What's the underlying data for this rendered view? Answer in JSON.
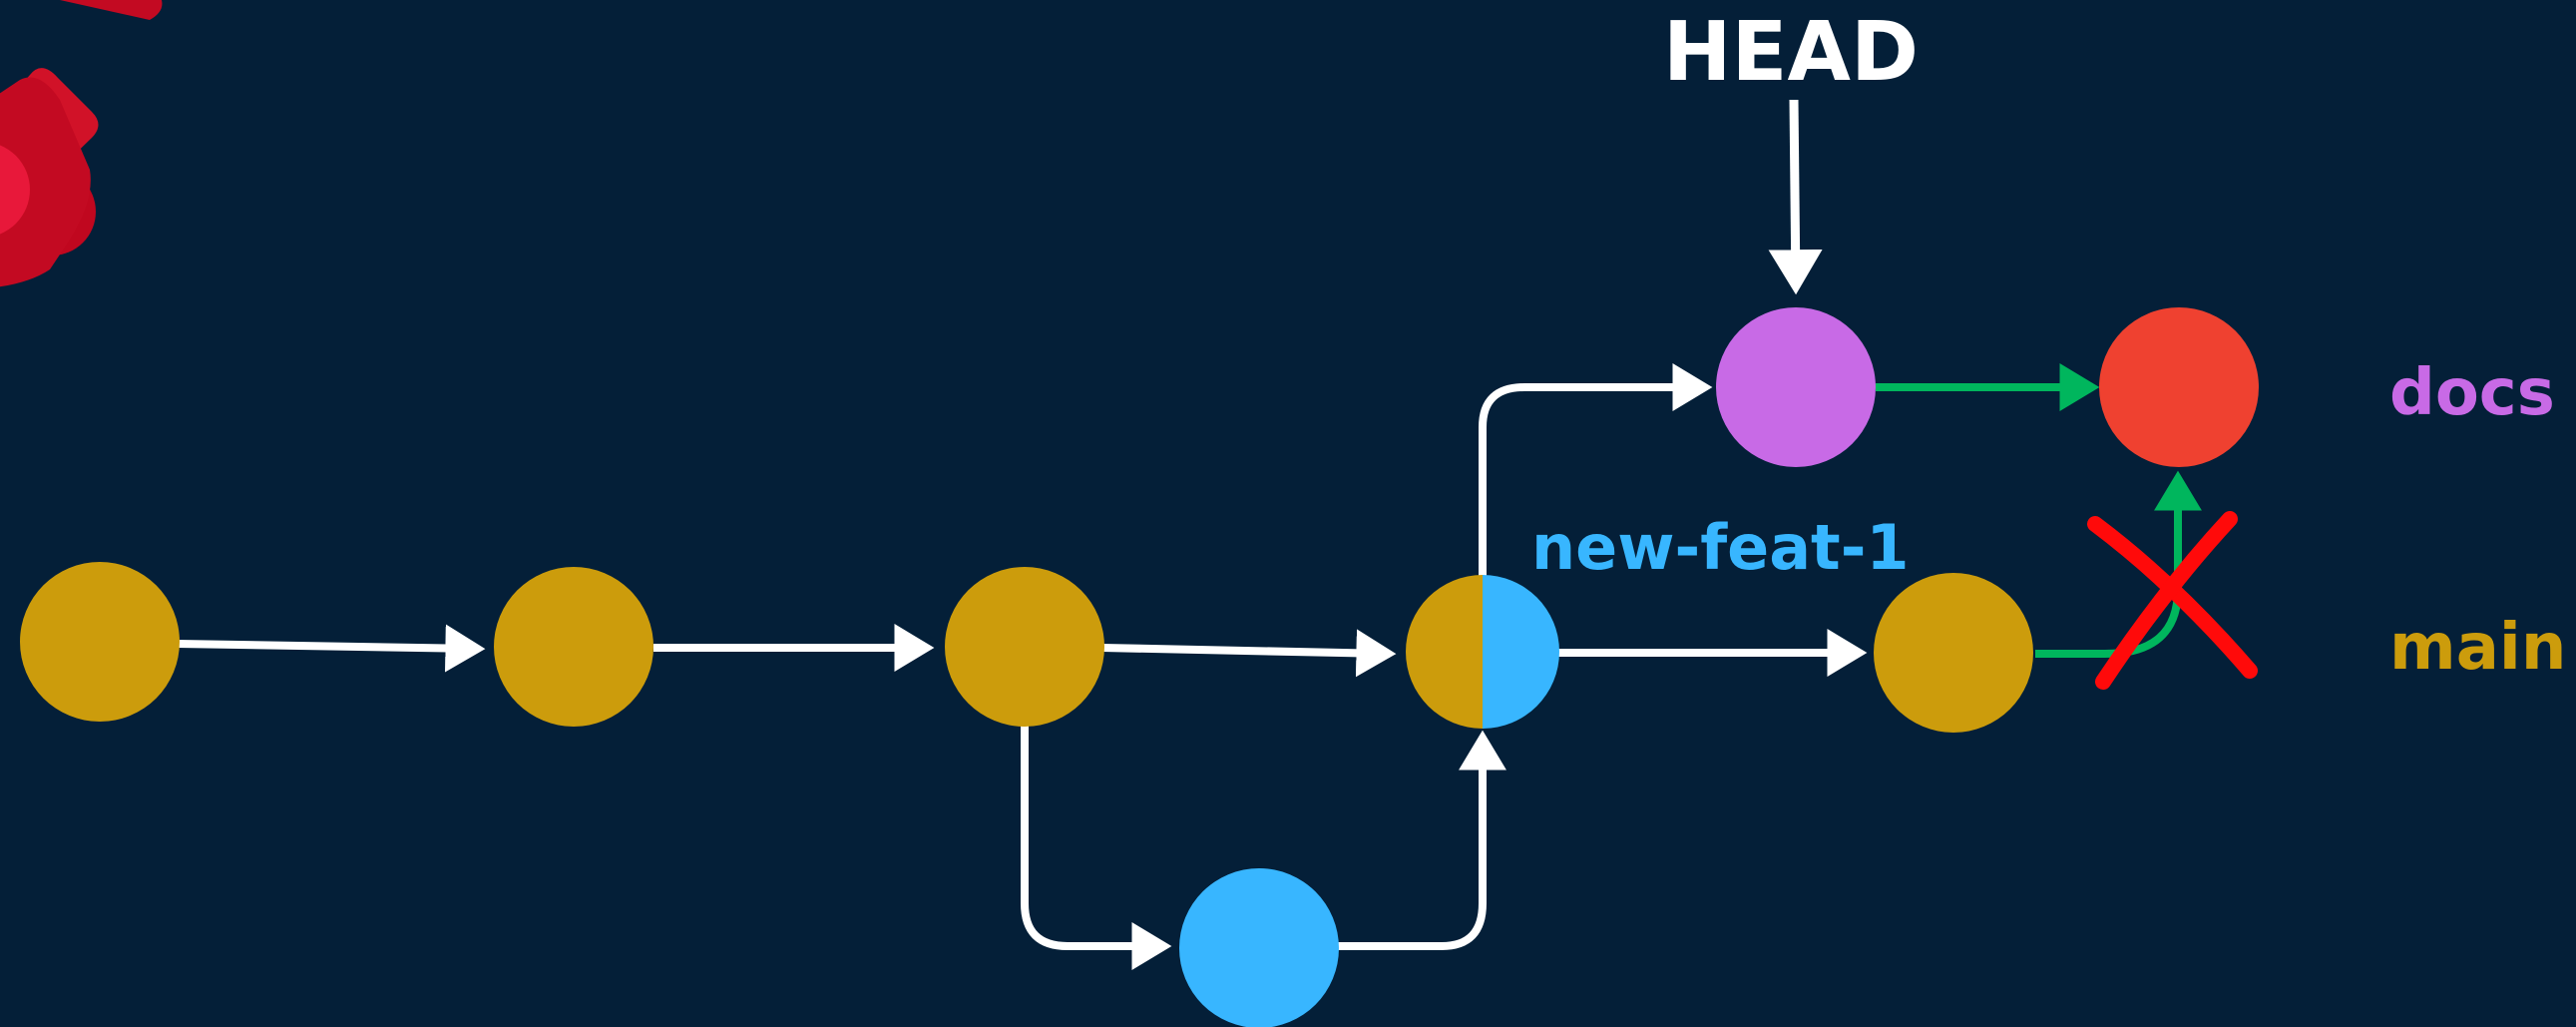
{
  "labels": {
    "head": "HEAD",
    "new_feat": "new-feat-1",
    "docs": "docs",
    "main": "main"
  },
  "colors": {
    "background": "#041f38",
    "main_branch": "#cc9c0c",
    "new_feat_branch": "#38b6ff",
    "docs_branch": "#c86ae6",
    "rebased_commit": "#ef4130",
    "arrow": "#ffffff",
    "rebase_arrow": "#00b65d",
    "cross": "#ff0a0a",
    "logo": "#d11228"
  },
  "icons": {
    "cross": "red-x-cross-icon",
    "logo": "git-logo-fragment-icon"
  }
}
